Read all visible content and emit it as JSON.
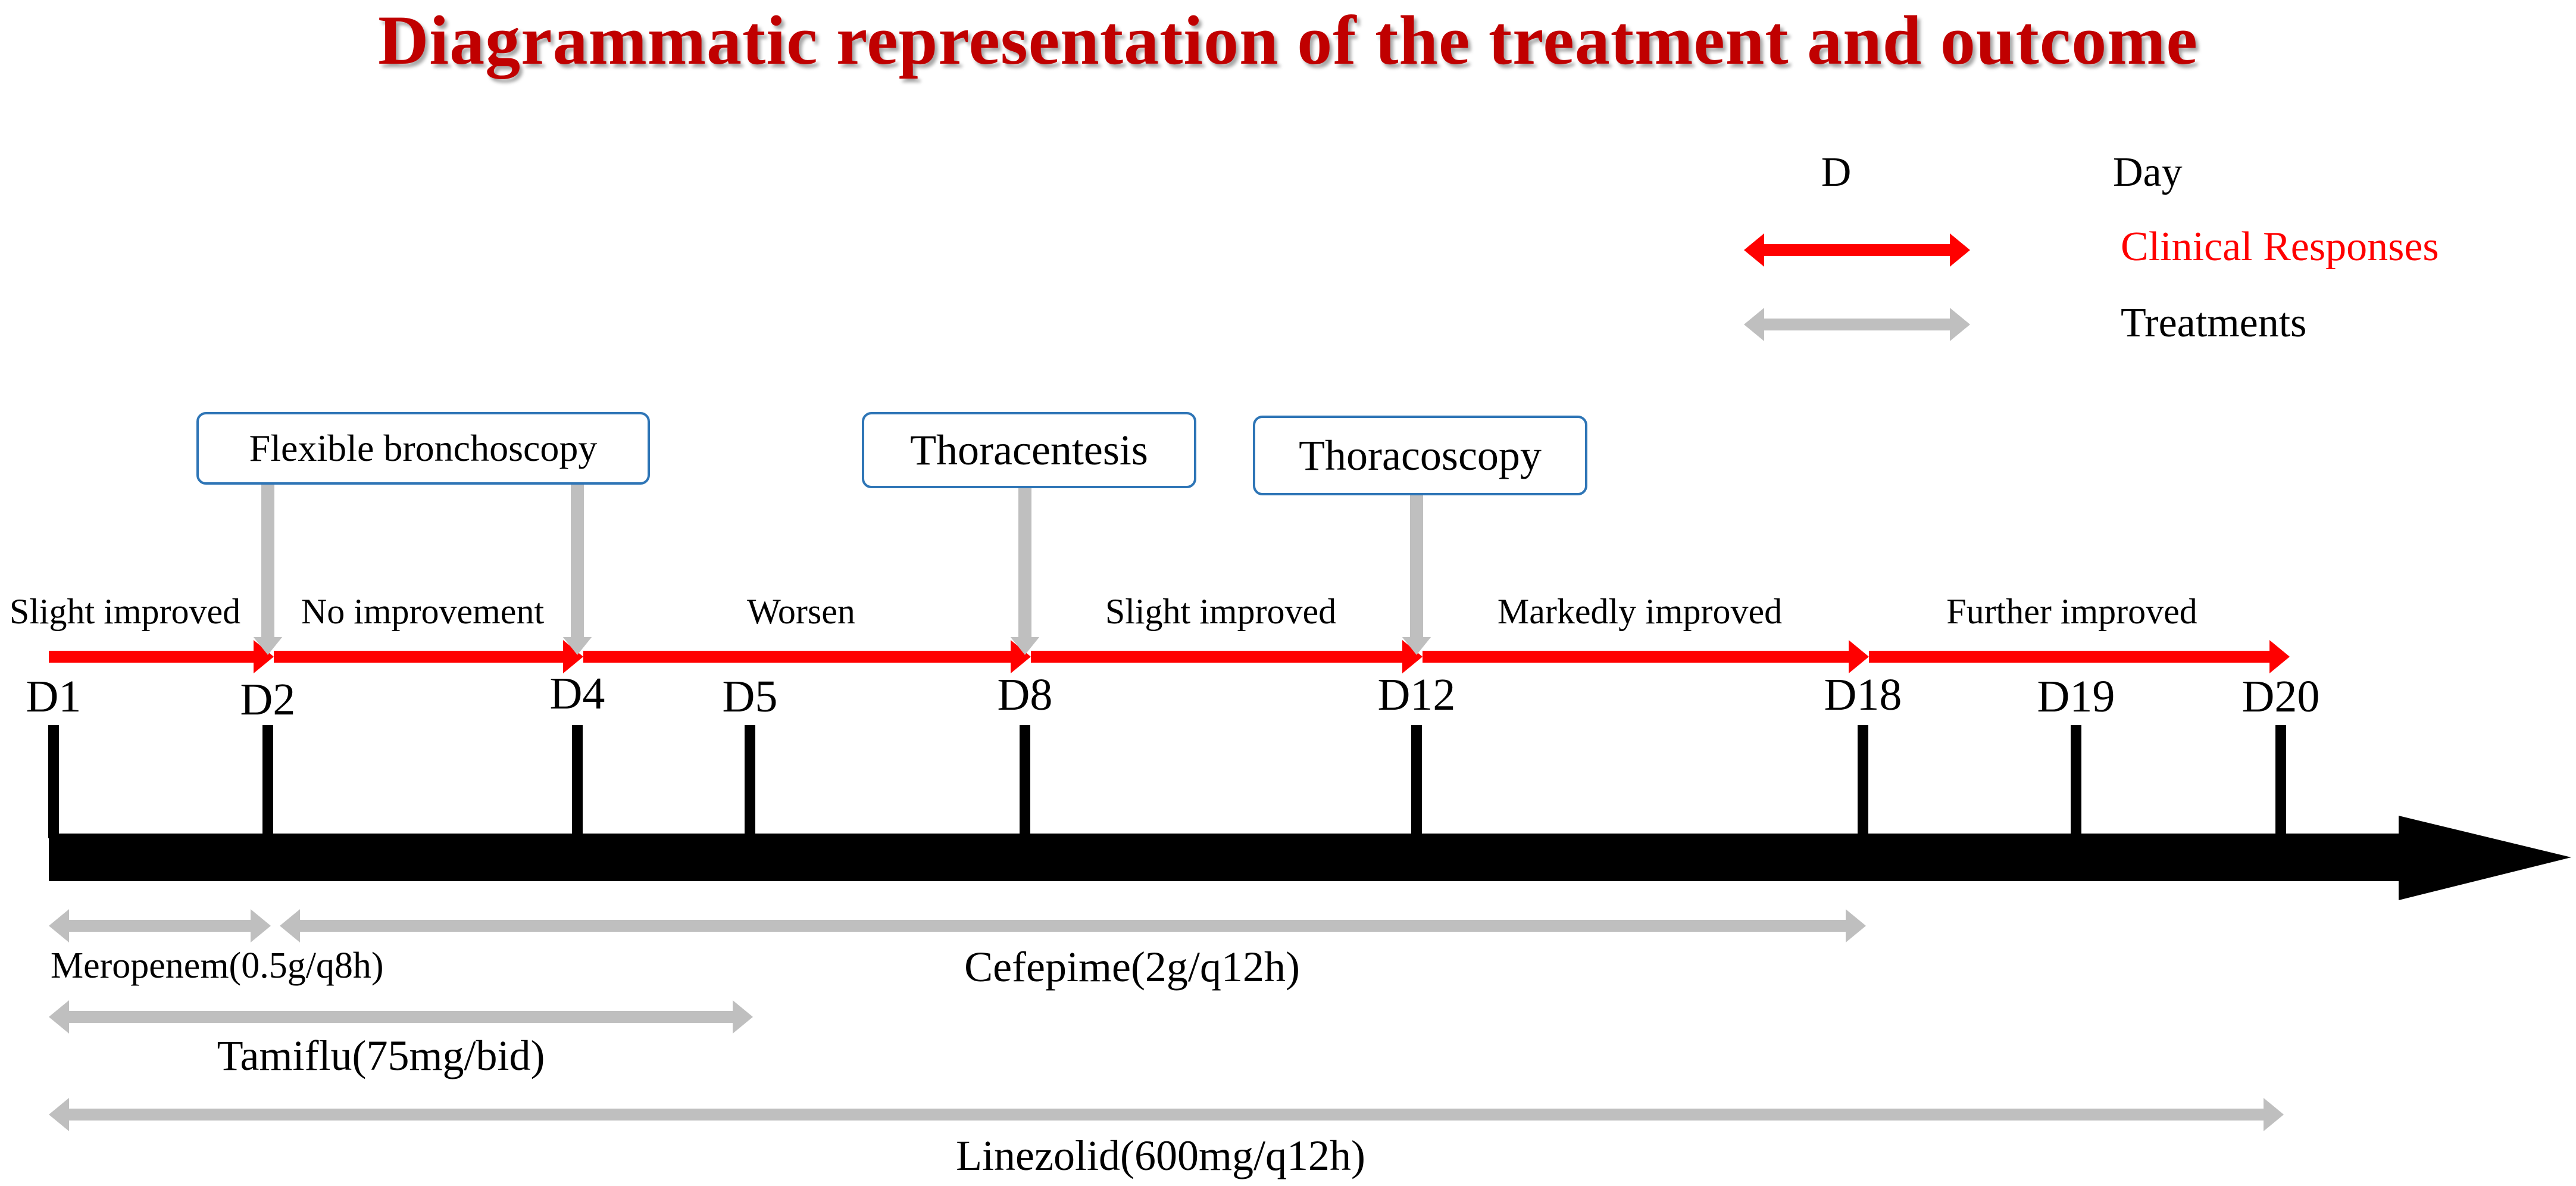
{
  "title": "Diagrammatic representation of the treatment and outcome",
  "legend": {
    "day_symbol": "D",
    "day_label": "Day",
    "clinical_label": "Clinical Responses",
    "treatment_label": "Treatments"
  },
  "colors": {
    "title": "#c00000",
    "clinical": "#ff0000",
    "treatment": "#bfbfbf",
    "axis": "#000000",
    "callout_border": "#2e75b6"
  },
  "days": [
    {
      "label": "D1",
      "day": 1
    },
    {
      "label": "D2",
      "day": 2
    },
    {
      "label": "D4",
      "day": 4
    },
    {
      "label": "D5",
      "day": 5
    },
    {
      "label": "D8",
      "day": 8
    },
    {
      "label": "D12",
      "day": 12
    },
    {
      "label": "D18",
      "day": 18
    },
    {
      "label": "D19",
      "day": 19
    },
    {
      "label": "D20",
      "day": 20
    }
  ],
  "procedures": [
    {
      "label": "Flexible bronchoscopy",
      "days": [
        2,
        4
      ]
    },
    {
      "label": "Thoracentesis",
      "days": [
        8
      ]
    },
    {
      "label": "Thoracoscopy",
      "days": [
        12
      ]
    }
  ],
  "responses": [
    {
      "label": "Slight improved",
      "from": 1,
      "to": 2
    },
    {
      "label": "No improvement",
      "from": 2,
      "to": 4
    },
    {
      "label": "Worsen",
      "from": 4,
      "to": 8
    },
    {
      "label": "Slight improved",
      "from": 8,
      "to": 12
    },
    {
      "label": "Markedly improved",
      "from": 12,
      "to": 18
    },
    {
      "label": "Further improved",
      "from": 18,
      "to": 20
    }
  ],
  "treatments": [
    {
      "label": "Meropenem(0.5g/q8h)",
      "from": 1,
      "to": 2
    },
    {
      "label": "Cefepime(2g/q12h)",
      "from": 2,
      "to": 18
    },
    {
      "label": "Tamiflu(75mg/bid)",
      "from": 1,
      "to": 5
    },
    {
      "label": "Linezolid(600mg/q12h)",
      "from": 1,
      "to": 20
    }
  ]
}
